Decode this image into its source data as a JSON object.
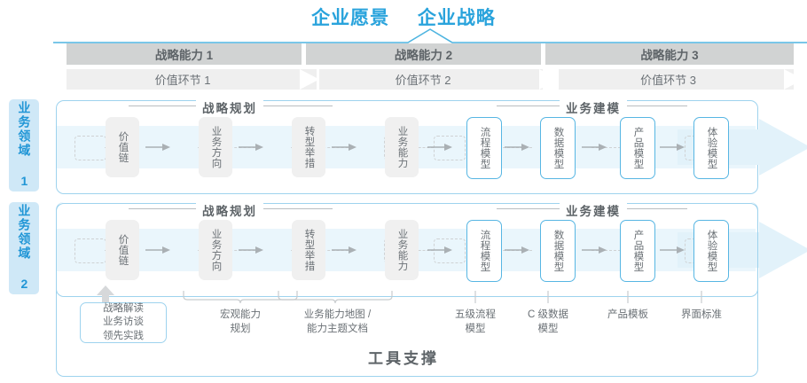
{
  "title": {
    "left": "企业愿景",
    "right": "企业战略"
  },
  "accent": {
    "blue": "#29a3dc",
    "light_blue": "#cfe8f7",
    "band_dark": "#d1d3d3",
    "band_light": "#efefef",
    "row_band": "#eaf6fc",
    "text_gray": "#5e6468"
  },
  "capability_bands": [
    {
      "label": "战略能力 1"
    },
    {
      "label": "战略能力 2"
    },
    {
      "label": "战略能力 3"
    }
  ],
  "value_bands": [
    {
      "label": "价值环节 1"
    },
    {
      "label": "价值环节 2"
    },
    {
      "label": "价值环节 3"
    }
  ],
  "domains": [
    {
      "label": "业务领域 1"
    },
    {
      "label": "业务领域 2"
    }
  ],
  "sections": [
    {
      "caption": "战略规划"
    },
    {
      "caption": "业务建模"
    }
  ],
  "nodes": [
    {
      "label": "价值链",
      "style": "gray"
    },
    {
      "label": "业务方向",
      "style": "gray"
    },
    {
      "label": "转型举措",
      "style": "gray"
    },
    {
      "label": "业务能力",
      "style": "gray"
    },
    {
      "label": "流程模型",
      "style": "blue"
    },
    {
      "label": "数据模型",
      "style": "blue"
    },
    {
      "label": "产品模型",
      "style": "blue"
    },
    {
      "label": "体验模型",
      "style": "blue"
    }
  ],
  "annotations": {
    "boxed": {
      "line1": "战略解读",
      "line2": "业务访谈",
      "line3": "领先实践"
    },
    "items": [
      {
        "line1": "宏观能力",
        "line2": "规划"
      },
      {
        "line1": "业务能力地图 /",
        "line2": "能力主题文档"
      },
      {
        "line1": "五级流程",
        "line2": "模型"
      },
      {
        "line1": "C 级数据",
        "line2": "模型"
      },
      {
        "line1": "产品模板",
        "line2": ""
      },
      {
        "line1": "界面标准",
        "line2": ""
      }
    ]
  },
  "footer": {
    "label": "工具支撑"
  }
}
